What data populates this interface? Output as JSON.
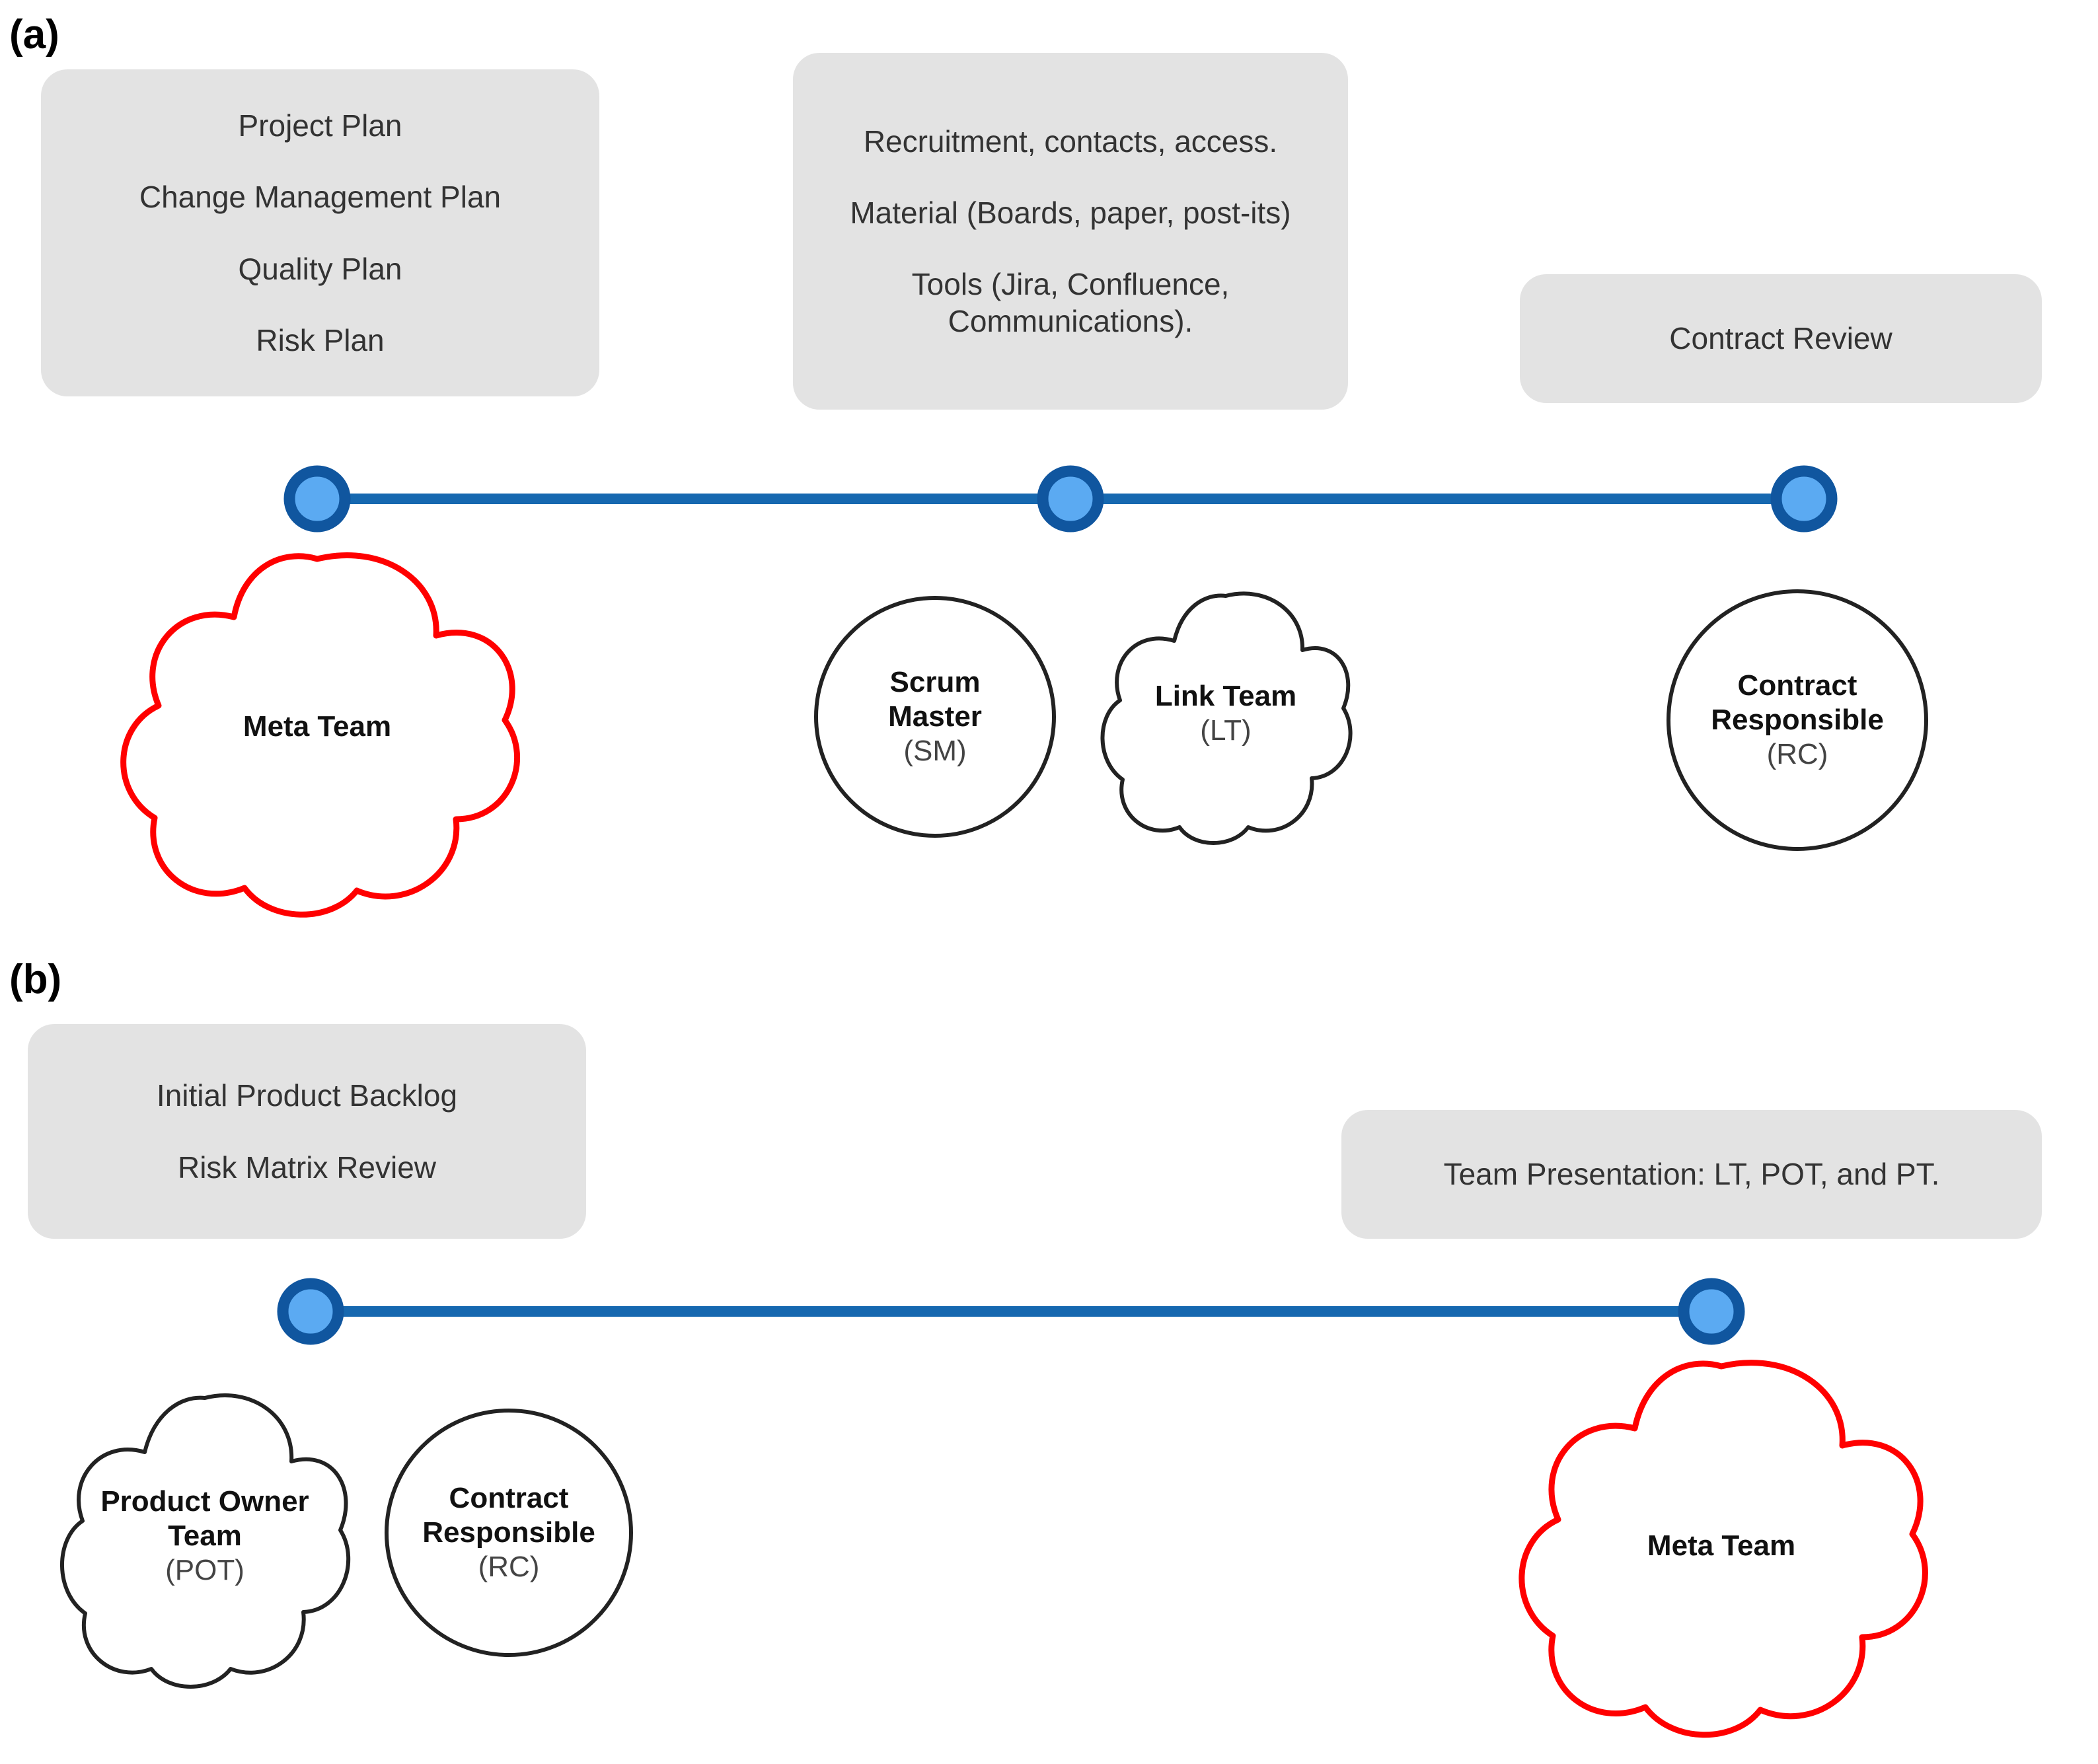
{
  "figure": {
    "panels": [
      {
        "id": "a",
        "label": "(a)",
        "notes": [
          {
            "name": "plans-note",
            "lines": [
              "Project Plan",
              "Change Management Plan",
              "Quality Plan",
              "Risk Plan"
            ]
          },
          {
            "name": "resources-note",
            "lines": [
              "Recruitment, contacts, access.",
              "Material (Boards, paper, post-its)",
              "Tools (Jira, Confluence,",
              "Communications)."
            ]
          },
          {
            "name": "contract-review-note",
            "lines": [
              "Contract Review"
            ]
          }
        ],
        "milestones": 3,
        "actors": [
          {
            "name": "meta-team",
            "shape": "cloud",
            "color": "#FF0000",
            "title": "Meta Team",
            "abbr": ""
          },
          {
            "name": "scrum-master",
            "shape": "circle",
            "color": "#222222",
            "title": "Scrum\nMaster",
            "title_line1": "Scrum",
            "title_line2": "Master",
            "abbr": "(SM)"
          },
          {
            "name": "link-team",
            "shape": "cloud",
            "color": "#222222",
            "title": "Link Team",
            "abbr": "(LT)"
          },
          {
            "name": "contract-responsible",
            "shape": "circle",
            "color": "#222222",
            "title_line1": "Contract",
            "title_line2": "Responsible",
            "abbr": "(RC)"
          }
        ]
      },
      {
        "id": "b",
        "label": "(b)",
        "notes": [
          {
            "name": "backlog-note",
            "lines": [
              "Initial Product Backlog",
              "Risk Matrix Review"
            ]
          },
          {
            "name": "team-presentation-note",
            "lines": [
              "Team Presentation: LT, POT, and PT."
            ]
          }
        ],
        "milestones": 2,
        "actors": [
          {
            "name": "product-owner-team",
            "shape": "cloud",
            "color": "#222222",
            "title_line1": "Product Owner",
            "title_line2": "Team",
            "abbr": "(POT)"
          },
          {
            "name": "contract-responsible",
            "shape": "circle",
            "color": "#222222",
            "title_line1": "Contract",
            "title_line2": "Responsible",
            "abbr": "(RC)"
          },
          {
            "name": "meta-team",
            "shape": "cloud",
            "color": "#FF0000",
            "title": "Meta Team",
            "abbr": ""
          }
        ]
      }
    ],
    "colors": {
      "note_background": "#E3E3E3",
      "milestone_fill": "#5BAAF2",
      "milestone_stroke": "#10569F",
      "timeline_line": "#1668B0",
      "highlight_outline": "#FF0000",
      "default_outline": "#222222",
      "text": "#333333"
    }
  }
}
